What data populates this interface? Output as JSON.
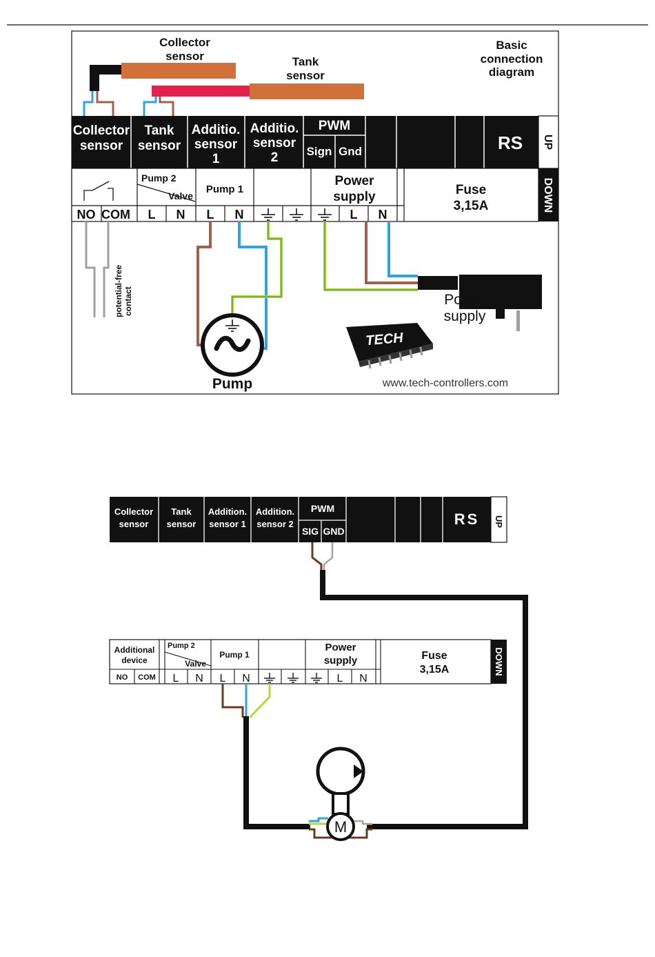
{
  "colors": {
    "black": "#111111",
    "blue_wire": "#2ea3dc",
    "brown_wire": "#a0604a",
    "yellow_green_wire": "#b9d33a",
    "green_wire": "#3aaa35",
    "grey_wire": "#a0a0a0",
    "sensor_orange": "#d2703a",
    "sensor_red": "#e0224c"
  },
  "diagram1": {
    "collector_sensor_label": [
      "Collector",
      "sensor"
    ],
    "tank_sensor_label": [
      "Tank",
      "sensor"
    ],
    "title": [
      "Basic",
      "connection",
      "diagram"
    ],
    "top_strip": {
      "collector": [
        "Collector",
        "sensor"
      ],
      "tank": [
        "Tank",
        "sensor"
      ],
      "add1": [
        "Additio.",
        "sensor",
        "1"
      ],
      "add2": [
        "Additio.",
        "sensor",
        "2"
      ],
      "pwm": "PWM",
      "sign": "Sign",
      "gnd": "Gnd",
      "rs": "RS",
      "up": "UP"
    },
    "bottom_strip": {
      "no": "NO",
      "com": "COM",
      "pump2": "Pump 2",
      "valve": "Valve",
      "pump1": "Pump 1",
      "power_supply": [
        "Power",
        "supply"
      ],
      "fuse": [
        "Fuse",
        "3,15A"
      ],
      "down": "DOWN",
      "L": "L",
      "N": "N"
    },
    "potential_free": [
      "potential-free",
      "contact"
    ],
    "power_supply_label": [
      "Power",
      "supply"
    ],
    "pump_label": "Pump",
    "logo": "TECH",
    "website": "www.tech-controllers.com"
  },
  "diagram2": {
    "top_strip": {
      "collector": [
        "Collector",
        "sensor"
      ],
      "tank": [
        "Tank",
        "sensor"
      ],
      "add1": [
        "Addition.",
        "sensor 1"
      ],
      "add2": [
        "Addition.",
        "sensor 2"
      ],
      "pwm": "PWM",
      "sig": "SIG",
      "gnd": "GND",
      "rs": "RS",
      "up": "UP"
    },
    "bottom_strip": {
      "additional_device": [
        "Additional",
        "device"
      ],
      "no": "NO",
      "com": "COM",
      "pump2": "Pump 2",
      "valve": "Valve",
      "pump1": "Pump 1",
      "power_supply": [
        "Power",
        "supply"
      ],
      "fuse": [
        "Fuse",
        "3,15A"
      ],
      "down": "DOWN",
      "L": "L",
      "N": "N"
    },
    "motor_label": "M"
  }
}
